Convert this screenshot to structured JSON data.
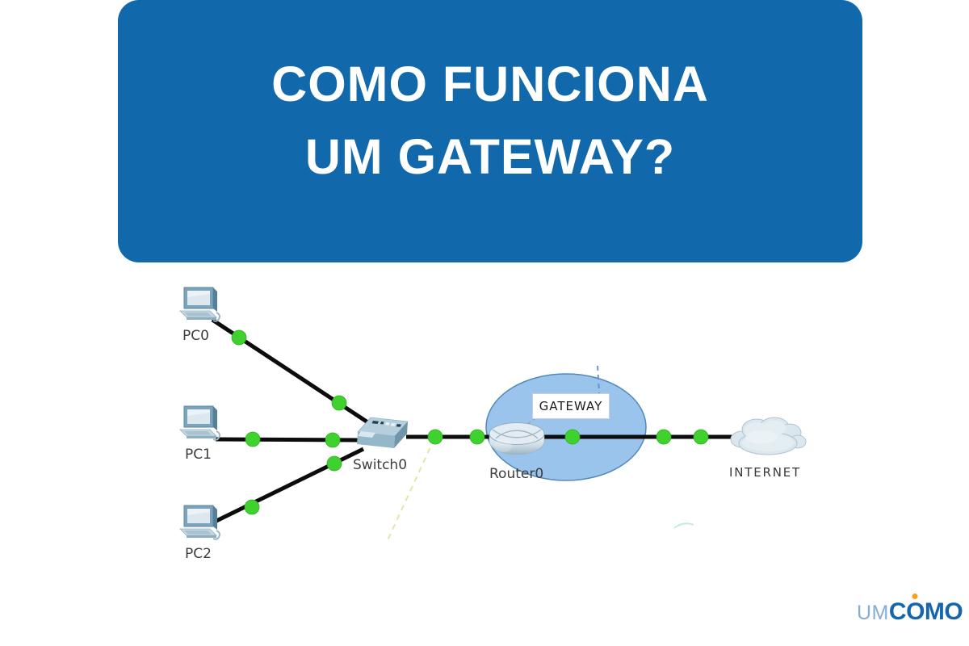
{
  "banner": {
    "title_line1": "COMO FUNCIONA",
    "title_line2": "UM GATEWAY?",
    "bg_color": "#1169ac",
    "text_color": "#ffffff"
  },
  "diagram": {
    "nodes": {
      "pc0": {
        "label": "PC0",
        "type": "laptop"
      },
      "pc1": {
        "label": "PC1",
        "type": "laptop"
      },
      "pc2": {
        "label": "PC2",
        "type": "laptop"
      },
      "switch0": {
        "label": "Switch0",
        "type": "switch"
      },
      "router0": {
        "label": "Router0",
        "type": "router"
      },
      "internet": {
        "label": "INTERNET",
        "type": "cloud"
      }
    },
    "gateway_zone": {
      "label": "GATEWAY",
      "fill": "#97c3eb",
      "border": "#4d86bb"
    },
    "connections": [
      [
        "PC0",
        "Switch0"
      ],
      [
        "PC1",
        "Switch0"
      ],
      [
        "PC2",
        "Switch0"
      ],
      [
        "Switch0",
        "Router0"
      ],
      [
        "Router0",
        "INTERNET"
      ]
    ],
    "link_color": "#0c0c0c",
    "status_dot_color": "#3fd12e"
  },
  "footer": {
    "logo": {
      "prefix": "UM",
      "main_c": "C",
      "main_o": "O",
      "main_mo": "MO",
      "prefix_color": "#85add8",
      "main_color": "#1566ad",
      "accent_color": "#f2a21d"
    }
  }
}
